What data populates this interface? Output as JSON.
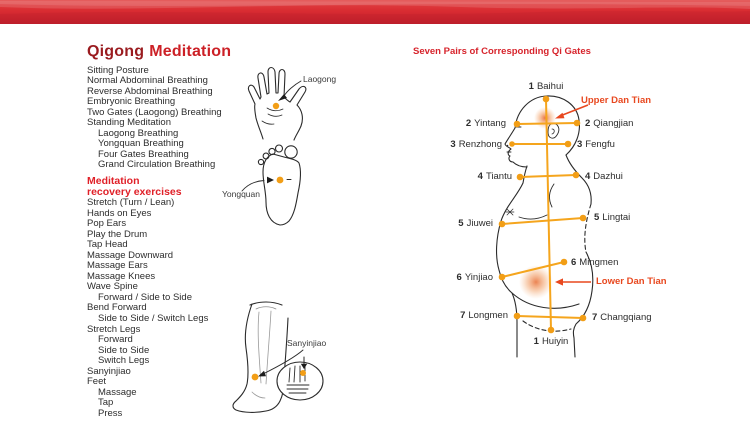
{
  "left_panel": {
    "title": {
      "word1": "Qigong",
      "word2": "Meditation"
    },
    "meditation_items": [
      "Sitting Posture",
      "Normal Abdominal Breathing",
      "Reverse Abdominal Breathing",
      "Embryonic Breathing",
      "Two Gates (Laogong) Breathing",
      "Standing Meditation",
      "Laogong Breathing",
      "Yongquan Breathing",
      "Four Gates Breathing",
      "Grand Circulation Breathing"
    ],
    "recovery_heading": {
      "line1": "Meditation",
      "line2": "recovery exercises"
    },
    "recovery_items": [
      "Stretch (Turn / Lean)",
      "Hands on Eyes",
      "Pop Ears",
      "Play the Drum",
      "Tap Head",
      "Massage Downward",
      "Massage Ears",
      "Massage Knees",
      "Wave Spine",
      "Forward / Side to Side",
      "Bend Forward",
      "Side to Side / Switch Legs",
      "Stretch Legs",
      "Forward",
      "Side to Side",
      "Switch Legs",
      "Sanyinjiao",
      "Feet",
      "Massage",
      "Tap",
      "Press"
    ]
  },
  "illustrations": {
    "hand_label": "Laogong",
    "foot_label": "Yongquan",
    "leg_label": "Sanyinjiao"
  },
  "diagram": {
    "title": "Seven Pairs of Corresponding Qi Gates",
    "upper_dan_tian": "Upper Dan Tian",
    "lower_dan_tian": "Lower Dan Tian",
    "points": {
      "baihui": {
        "num": "1",
        "label": "Baihui"
      },
      "yintang": {
        "num": "2",
        "label": "Yintang"
      },
      "qiangjian": {
        "num": "2",
        "label": "Qiangjian"
      },
      "renzhong": {
        "num": "3",
        "label": "Renzhong"
      },
      "fengfu": {
        "num": "3",
        "label": "Fengfu"
      },
      "tiantu": {
        "num": "4",
        "label": "Tiantu"
      },
      "dazhui": {
        "num": "4",
        "label": "Dazhui"
      },
      "jiuwei": {
        "num": "5",
        "label": "Jiuwei"
      },
      "lingtai": {
        "num": "5",
        "label": "Lingtai"
      },
      "yinjiao": {
        "num": "6",
        "label": "Yinjiao"
      },
      "mingmen": {
        "num": "6",
        "label": "Mingmen"
      },
      "longmen": {
        "num": "7",
        "label": "Longmen"
      },
      "changqiang": {
        "num": "7",
        "label": "Changqiang"
      },
      "huiyin": {
        "num": "1",
        "label": "Huiyin"
      }
    }
  },
  "colors": {
    "banner_red": "#d92c32",
    "title_dark_red": "#9a1b1f",
    "title_red": "#cc2026",
    "heading_red": "#e02028",
    "dan_tian_orange_red": "#e8481f",
    "qi_line_orange": "#f5a51d",
    "qi_dot_orange": "#f29e16",
    "sketch_black": "#2b2b2b"
  }
}
